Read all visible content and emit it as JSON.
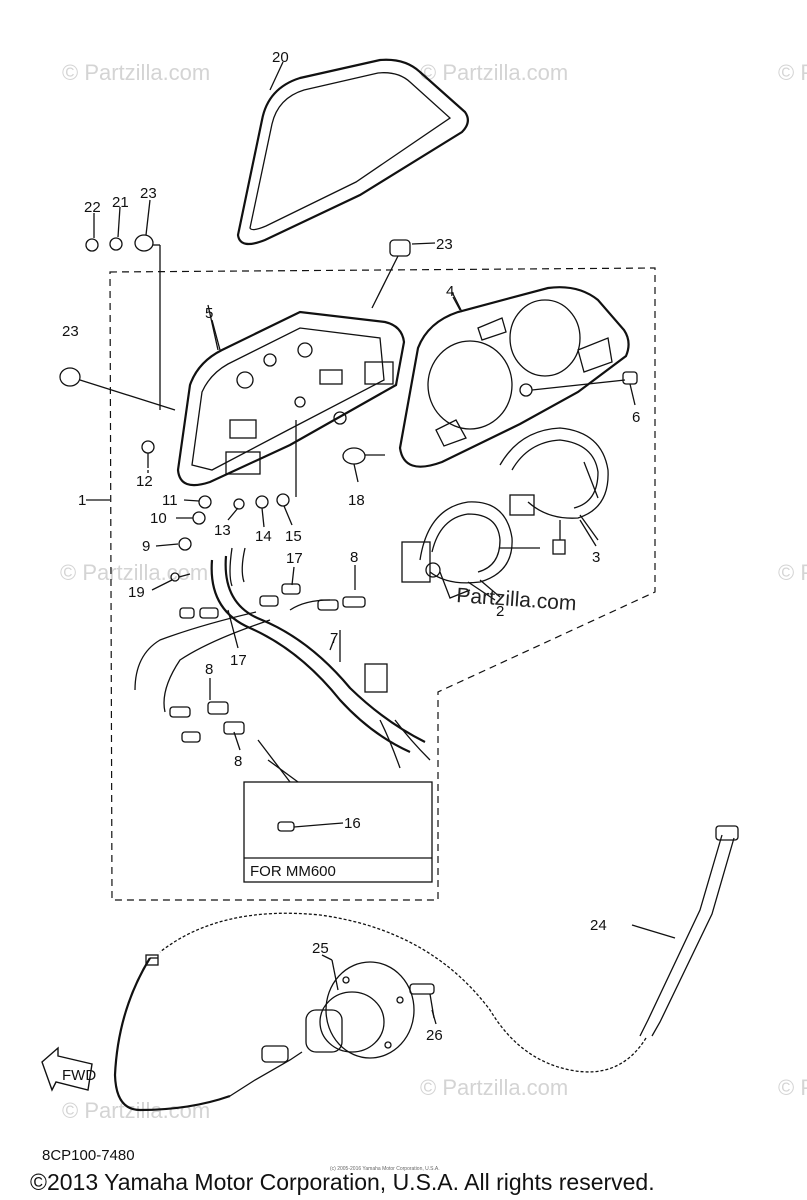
{
  "watermark": "© Partzilla.com",
  "watermark_brand": "Partzilla.com",
  "diagram_code": "8CP100-7480",
  "note_box_label": "FOR MM600",
  "fwd_label": "FWD",
  "copyright": "©2013 Yamaha Motor Corporation, U.S.A. All rights reserved.",
  "small_copyright": "(c) 2005-2016 Yamaha Motor Corporation, U.S.A.",
  "callouts": {
    "c1": "1",
    "c2": "2",
    "c3": "3",
    "c4": "4",
    "c5": "5",
    "c6": "6",
    "c7": "7",
    "c8a": "8",
    "c8b": "8",
    "c8c": "8",
    "c9": "9",
    "c10": "10",
    "c11": "11",
    "c12": "12",
    "c13": "13",
    "c14": "14",
    "c15": "15",
    "c16": "16",
    "c17a": "17",
    "c17b": "17",
    "c18": "18",
    "c19": "19",
    "c20": "20",
    "c21": "21",
    "c22": "22",
    "c23a": "23",
    "c23b": "23",
    "c23c": "23",
    "c24": "24",
    "c25": "25",
    "c26": "26"
  }
}
